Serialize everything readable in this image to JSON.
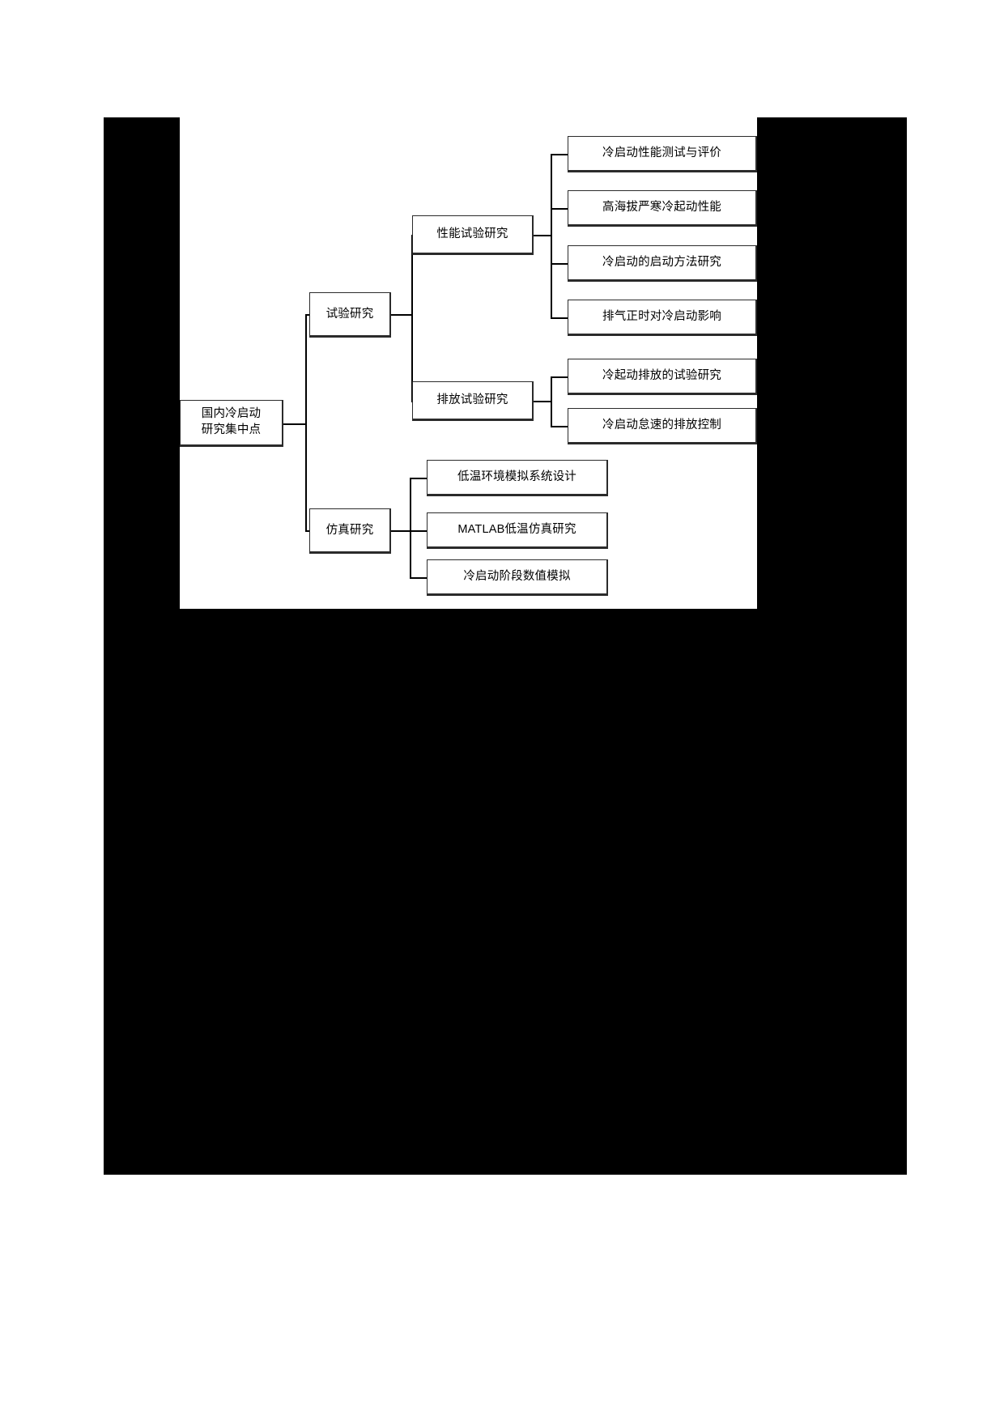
{
  "page": {
    "background_color": "#ffffff",
    "mask_color": "#000000",
    "canvas_color": "#ffffff"
  },
  "diagram": {
    "type": "tree",
    "orientation": "left-to-right",
    "root": {
      "id": "root",
      "label": "国内冷启动\n研究集中点"
    },
    "branches": [
      {
        "id": "experimental-research",
        "label": "试验研究",
        "children": [
          {
            "id": "performance-test-research",
            "label": "性能试验研究",
            "children": [
              {
                "id": "leaf-cold-start-performance-test",
                "label": "冷启动性能测试与评价"
              },
              {
                "id": "leaf-high-altitude-severe-cold",
                "label": "高海拔严寒冷起动性能"
              },
              {
                "id": "leaf-cold-start-method",
                "label": "冷启动的启动方法研究"
              },
              {
                "id": "leaf-exhaust-timing-effect",
                "label": "排气正时对冷启动影响"
              }
            ]
          },
          {
            "id": "emission-test-research",
            "label": "排放试验研究",
            "children": [
              {
                "id": "leaf-cold-start-emission-test",
                "label": "冷起动排放的试验研究"
              },
              {
                "id": "leaf-cold-start-idle-emission-control",
                "label": "冷启动怠速的排放控制"
              }
            ]
          }
        ]
      },
      {
        "id": "simulation-research",
        "label": "仿真研究",
        "children": [
          {
            "id": "leaf-low-temp-env-sim-system",
            "label": "低温环境模拟系统设计"
          },
          {
            "id": "leaf-matlab-low-temp-sim",
            "label": "MATLAB低温仿真研究"
          },
          {
            "id": "leaf-cold-start-stage-numerical-sim",
            "label": "冷启动阶段数值模拟"
          }
        ]
      }
    ]
  }
}
